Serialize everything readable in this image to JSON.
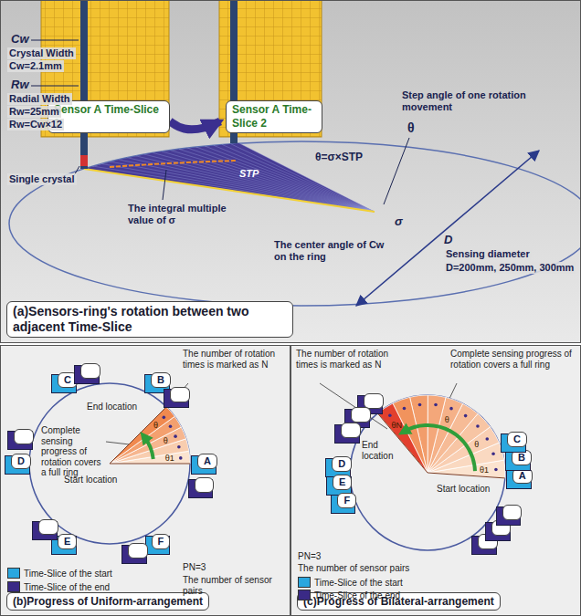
{
  "diagram": {
    "nodes": [
      {
        "text": [
          "(a)Sensors-ring's rotation between two adjacent Time-Slice"
        ]
      },
      {
        "text": [
          "Sensor A Time-Slice 1"
        ],
        "in": 0
      },
      {
        "text": [
          "Sensor A Time-Slice 2"
        ],
        "in": 0
      },
      {
        "text": [
          "(b)Progress of Uniform-arrangement"
        ]
      },
      {
        "text": [
          "A"
        ],
        "in": 3
      },
      {
        "text": [
          "B"
        ],
        "in": 3
      },
      {
        "text": [
          "C"
        ],
        "in": 3
      },
      {
        "text": [
          "D"
        ],
        "in": 3
      },
      {
        "text": [
          "E"
        ],
        "in": 3
      },
      {
        "text": [
          "F"
        ],
        "in": 3
      },
      {
        "text": [
          "A"
        ],
        "in": 3
      },
      {
        "text": [
          "B"
        ],
        "in": 3
      },
      {
        "text": [
          "C"
        ],
        "in": 3
      },
      {
        "text": [
          "D"
        ],
        "in": 3
      },
      {
        "text": [
          "E"
        ],
        "in": 3
      },
      {
        "text": [
          "F"
        ],
        "in": 3
      },
      {
        "text": [
          "(c)Progress of Bilateral-arrangement"
        ]
      },
      {
        "text": [
          "A"
        ],
        "in": 16
      },
      {
        "text": [
          "B"
        ],
        "in": 16
      },
      {
        "text": [
          "C"
        ],
        "in": 16
      },
      {
        "text": [
          "D"
        ],
        "in": 16
      },
      {
        "text": [
          "E"
        ],
        "in": 16
      },
      {
        "text": [
          "F"
        ],
        "in": 16
      },
      {
        "text": [
          "A"
        ],
        "in": 16
      },
      {
        "text": [
          "B"
        ],
        "in": 16
      },
      {
        "text": [
          "C"
        ],
        "in": 16
      },
      {
        "text": [
          "D"
        ],
        "in": 16
      },
      {
        "text": [
          "E"
        ],
        "in": 16
      },
      {
        "text": [
          "F"
        ],
        "in": 16
      }
    ],
    "edges": [
      {
        "from": 1,
        "to": 2,
        "arrow": "to"
      }
    ],
    "labels": [
      "Cw",
      "Crystal Width",
      "Cw=2.1mm",
      "Rw",
      "Radial Width",
      "Rw=25mm",
      "Rw=Cw×12",
      "Single crystal",
      "STP",
      "The integral multiple value of σ",
      "θ=σ×STP",
      "Step angle of one rotation movement",
      "θ",
      "σ",
      "The center angle of Cw on the ring",
      "D",
      "Sensing diameter",
      "D=200mm, 250mm, 300mm",
      "The number of rotation times is marked as N",
      "Complete sensing progress of rotation covers a full ring",
      "End location",
      "Start location",
      "θ",
      "θ",
      "θ1",
      "PN=3",
      "The number of sensor pairs",
      "The number of rotation times is marked as N",
      "Complete sensing progress of rotation covers a full ring",
      "End location",
      "Start location",
      "θN",
      "θ",
      "θ",
      "θ1",
      "PN=3",
      "The number of sensor pairs"
    ],
    "legend": [
      {
        "text": "Time-Slice of the start",
        "color": "#2aa7df"
      },
      {
        "text": "Time-Slice of the end",
        "color": "#3a2a86"
      },
      {
        "text": "Time-Slice of the start",
        "color": "#2aa7df"
      },
      {
        "text": "Time-Slice of the end",
        "color": "#3a2a86"
      }
    ]
  }
}
